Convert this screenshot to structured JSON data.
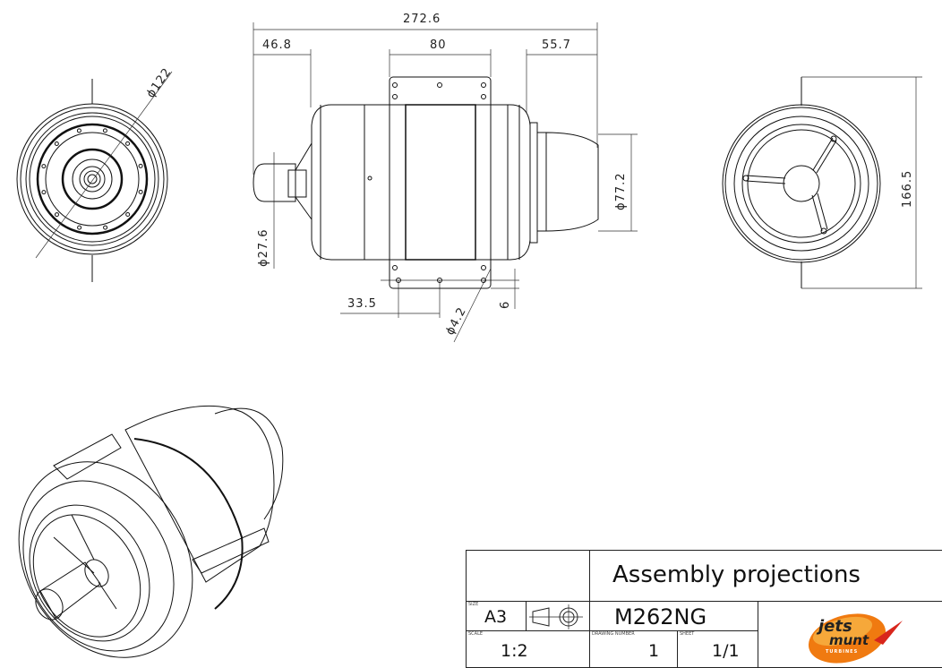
{
  "dimensions": {
    "overall_length": "272.6",
    "inlet_length": "46.8",
    "bracket_width": "80",
    "exhaust_length": "55.7",
    "exhaust_diameter": "ϕ77.2",
    "starter_diameter": "ϕ27.6",
    "hole_spacing": "33.5",
    "hole_offset": "6",
    "hole_diameter": "ϕ4.2",
    "front_diameter": "ϕ122",
    "overall_height": "166.5"
  },
  "title_block": {
    "title": "Assembly projections",
    "size_label": "SIZE",
    "size": "A3",
    "part_number": "M262NG",
    "scale_label": "SCALE",
    "scale": "1:2",
    "drawing_number_label": "DRAWING NUMBER",
    "drawing_number": "1",
    "sheet_label": "SHEET",
    "sheet": "1/1",
    "logo": {
      "text_top": "jets",
      "text_mid": "munt",
      "text_bottom": "TURBINES",
      "color_primary": "#f07a10",
      "color_secondary": "#d8261c"
    }
  }
}
